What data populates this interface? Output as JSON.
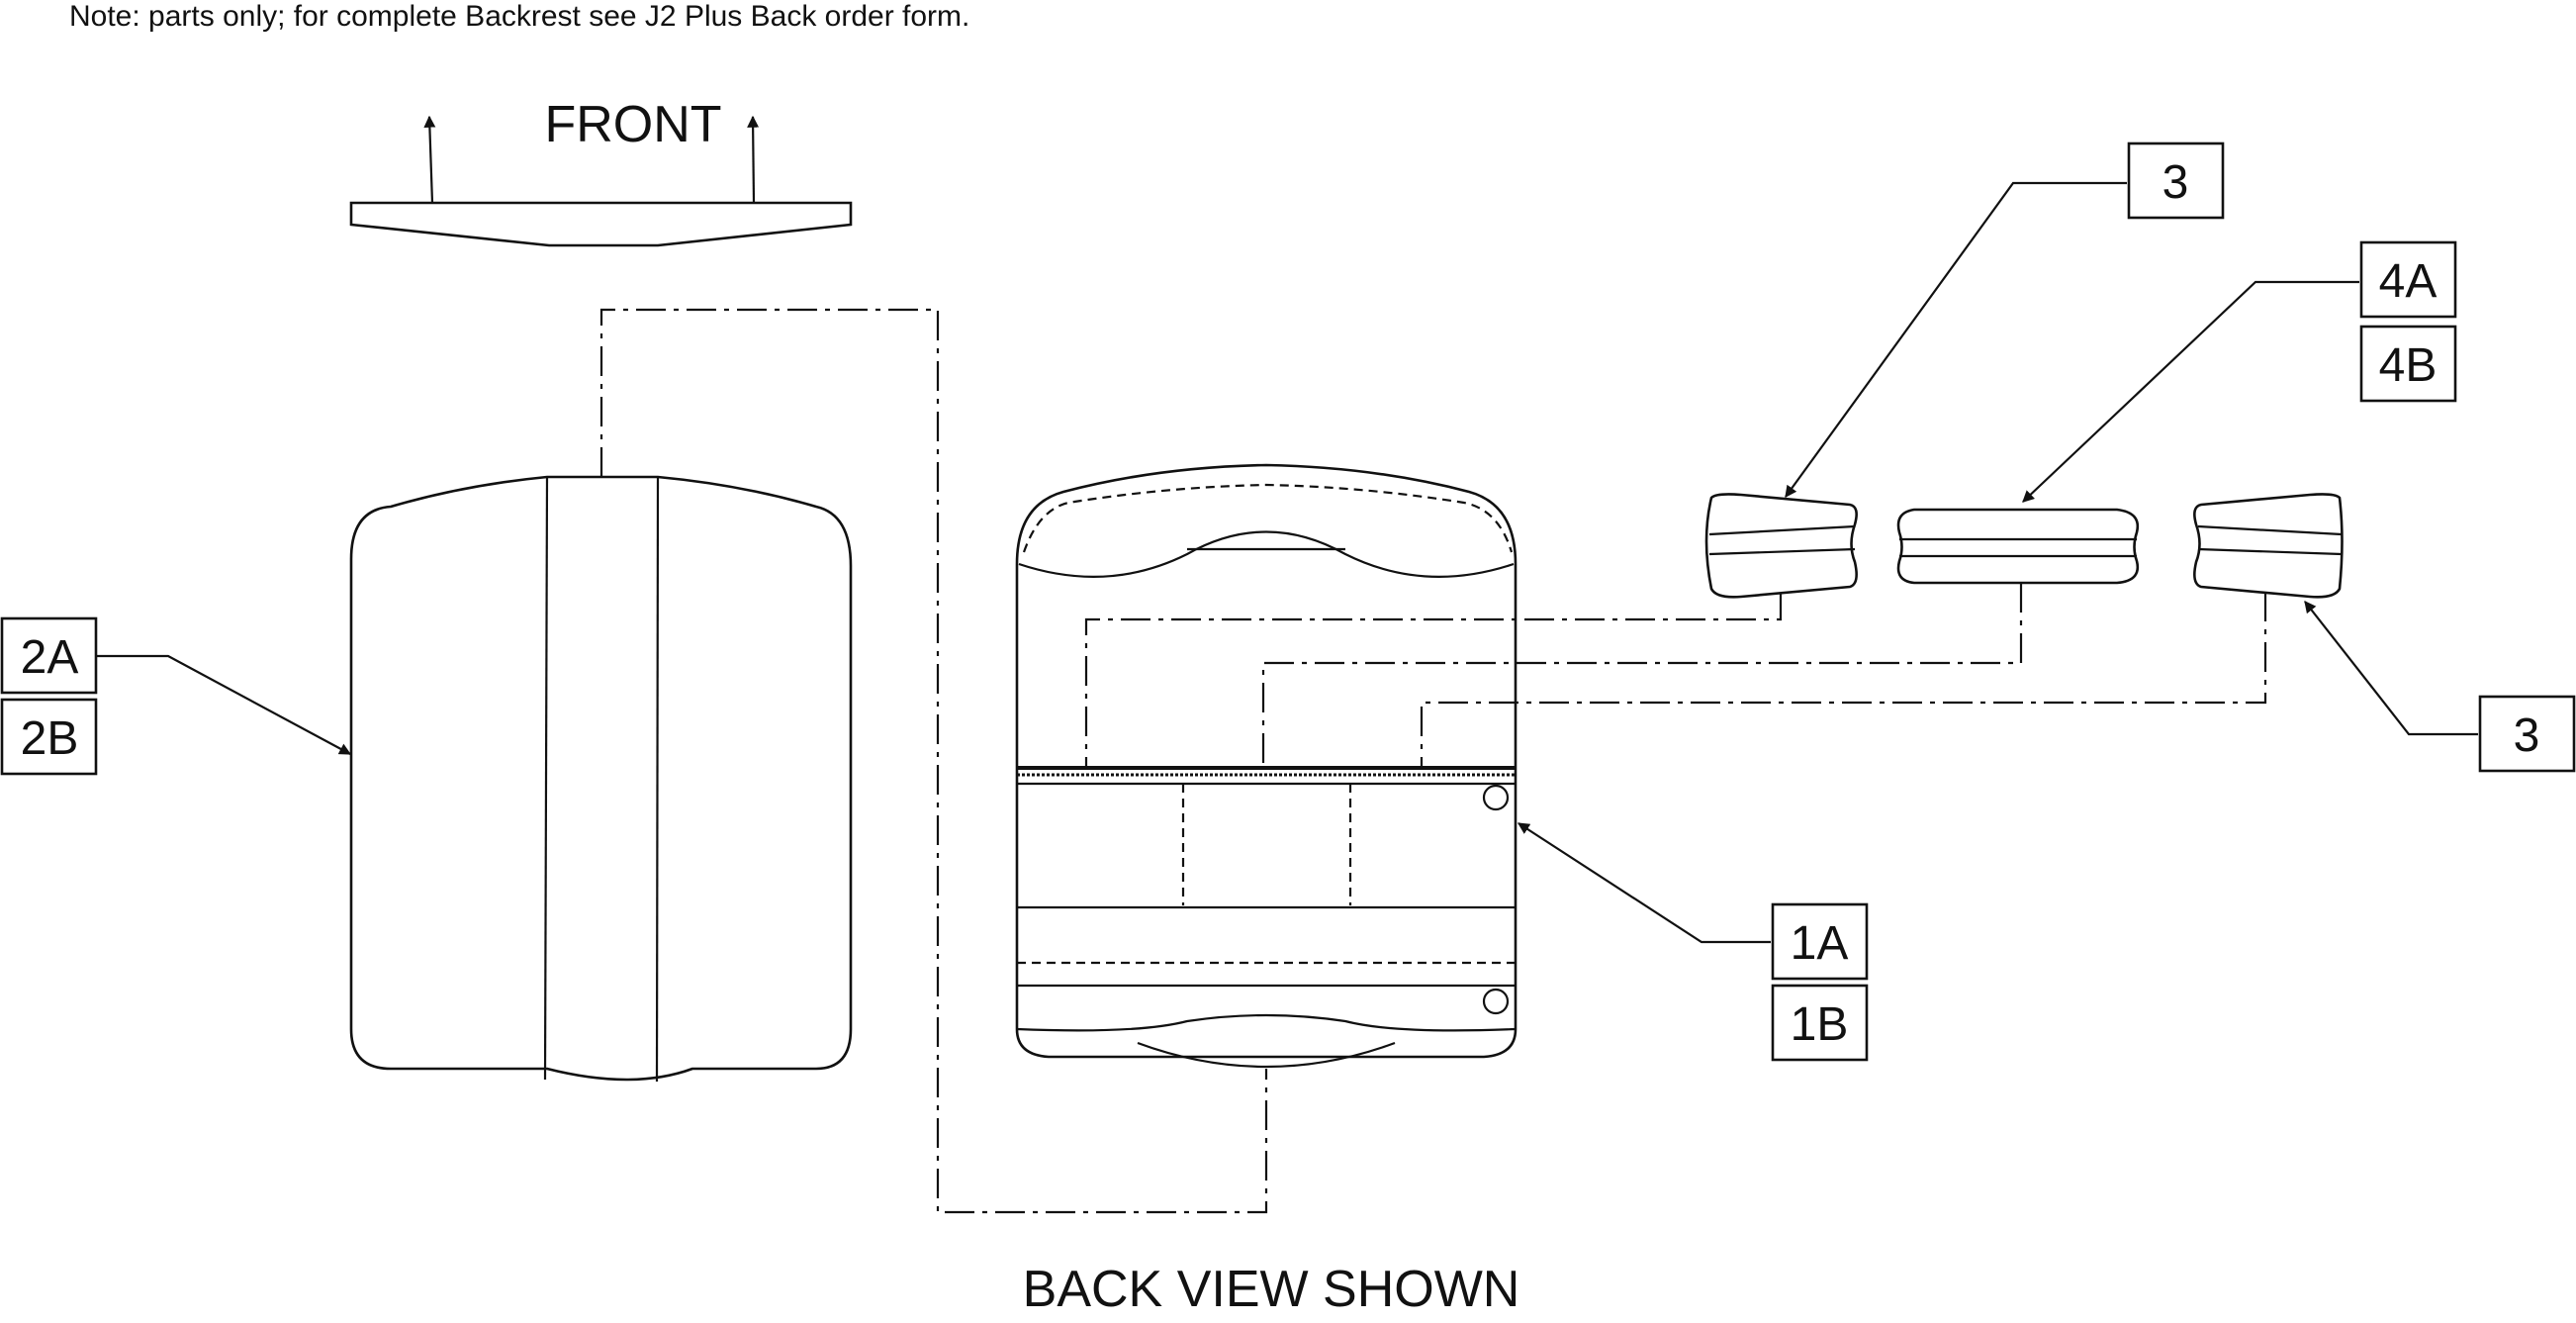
{
  "note": "Note: parts only; for complete Backrest see J2 Plus Back order form.",
  "front_label": "FRONT",
  "view_caption": "BACK VIEW SHOWN",
  "callouts": {
    "part_1a": "1A",
    "part_1b": "1B",
    "part_2a": "2A",
    "part_2b": "2B",
    "part_3_top": "3",
    "part_3_right": "3",
    "part_4a": "4A",
    "part_4b": "4B"
  }
}
